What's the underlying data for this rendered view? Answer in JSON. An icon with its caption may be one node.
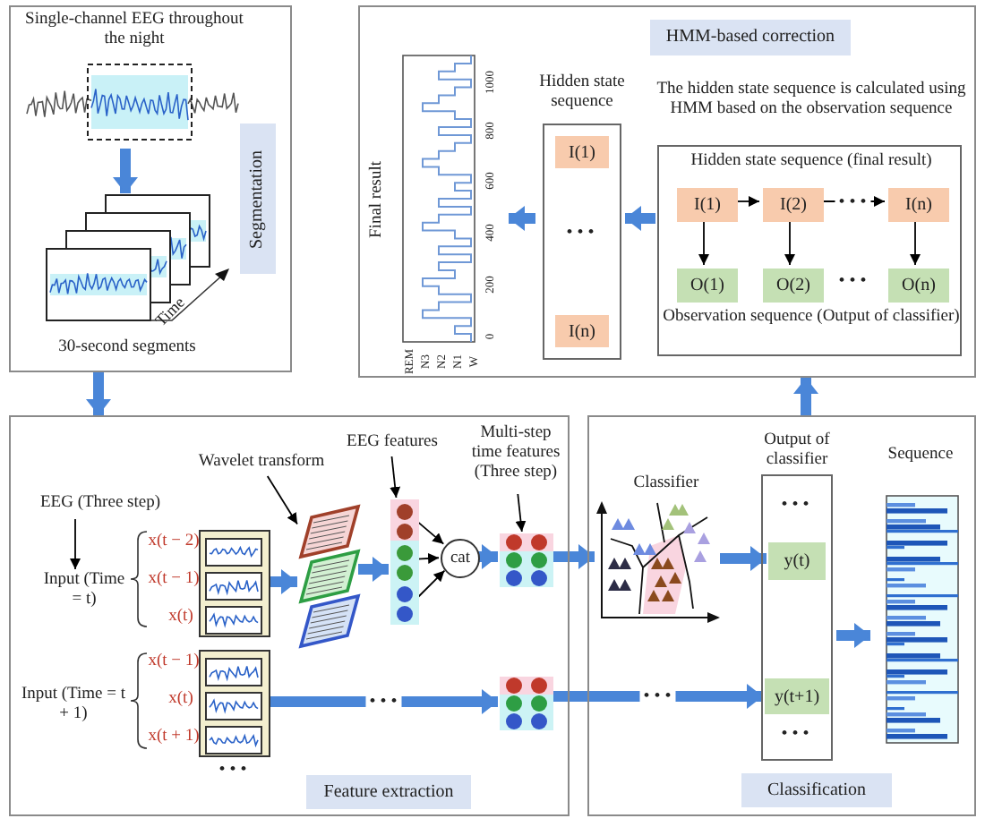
{
  "diagram": {
    "nodes": [
      {
        "text": [
          "Segmentation"
        ]
      },
      {
        "text": [
          "Single-channel EEG throughout the night"
        ],
        "in": 0
      },
      {
        "text": [
          "30-second segments"
        ],
        "in": 0
      },
      {
        "text": [
          "HMM-based correction"
        ]
      },
      {
        "text": [
          "Final result"
        ],
        "in": 3,
        "beside": [
          "1000",
          "800",
          "600",
          "400",
          "200",
          "0",
          "REM",
          "N3",
          "N2",
          "N1",
          "W"
        ]
      },
      {
        "text": [
          "Hidden state sequence"
        ],
        "in": 3
      },
      {
        "text": [
          "I(1)"
        ],
        "in": 5
      },
      {
        "text": [
          "I(n)"
        ],
        "in": 5
      },
      {
        "text": [
          "Hidden state sequence (final result)",
          "Observation sequence (Output of classifier)"
        ],
        "in": 3,
        "beside": [
          "The hidden state sequence is calculated using HMM based on the observation sequence"
        ]
      },
      {
        "text": [
          "I(1)"
        ],
        "in": 8
      },
      {
        "text": [
          "I(2)"
        ],
        "in": 8
      },
      {
        "text": [
          "I(n)"
        ],
        "in": 8
      },
      {
        "text": [
          "O(1)"
        ],
        "in": 8
      },
      {
        "text": [
          "O(2)"
        ],
        "in": 8
      },
      {
        "text": [
          "O(n)"
        ],
        "in": 8
      },
      {
        "text": [
          "Feature extraction"
        ]
      },
      {
        "text": [
          "EEG (Three step)"
        ],
        "in": 15
      },
      {
        "text": [
          "Input (Time = t)"
        ],
        "in": 15
      },
      {
        "text": [
          "Input (Time = t + 1)"
        ],
        "in": 15
      },
      {
        "text": [],
        "shape": "box",
        "in": 15
      },
      {
        "text": [],
        "shape": "box",
        "in": 15
      },
      {
        "text": [],
        "shape": "picture",
        "in": 15
      },
      {
        "text": [
          "Wavelet transform"
        ],
        "in": 15
      },
      {
        "text": [],
        "shape": "box",
        "in": 15
      },
      {
        "text": [
          "EEG features"
        ],
        "in": 15
      },
      {
        "text": [
          "cat"
        ],
        "in": 15
      },
      {
        "text": [],
        "shape": "box",
        "in": 15
      },
      {
        "text": [
          "Multi-step time features (Three step)"
        ],
        "in": 15
      },
      {
        "text": [],
        "shape": "box",
        "in": 15
      },
      {
        "text": [
          "Classification"
        ]
      },
      {
        "text": [
          "Classifier"
        ],
        "in": 29
      },
      {
        "text": [
          "Output of classifier"
        ],
        "in": 29
      },
      {
        "text": [
          "y(t)"
        ],
        "in": 31
      },
      {
        "text": [
          "y(t+1)"
        ],
        "in": 31
      },
      {
        "text": [
          "Sequence"
        ],
        "in": 29
      }
    ],
    "edges": [
      {
        "from": 1,
        "to": 2,
        "arrow": "to"
      },
      {
        "from": 0,
        "to": 15,
        "arrow": "to"
      },
      {
        "from": 16,
        "to": 17,
        "arrow": "to",
        "color": "#000000"
      },
      {
        "from": 19,
        "to": 21,
        "arrow": "to"
      },
      {
        "from": 22,
        "to": 21,
        "arrow": "to",
        "color": "#000000"
      },
      {
        "from": 21,
        "to": 23,
        "arrow": "to"
      },
      {
        "from": 24,
        "to": 23,
        "arrow": "to",
        "color": "#000000"
      },
      {
        "from": 23,
        "to": 25,
        "arrow": "to",
        "color": "#000000"
      },
      {
        "from": 23,
        "to": 25,
        "arrow": "to",
        "color": "#000000"
      },
      {
        "from": 23,
        "to": 25,
        "arrow": "to",
        "color": "#000000"
      },
      {
        "from": 25,
        "to": 26,
        "arrow": "to"
      },
      {
        "from": 27,
        "to": 26,
        "arrow": "to",
        "color": "#000000"
      },
      {
        "from": 20,
        "to": 28,
        "arrow": "to",
        "label": "• • •"
      },
      {
        "from": 26,
        "to": 30,
        "arrow": "to"
      },
      {
        "from": 28,
        "to": 33,
        "arrow": "to",
        "label": "• • •"
      },
      {
        "from": 30,
        "to": 32,
        "arrow": "to"
      },
      {
        "from": 31,
        "to": 34,
        "arrow": "to"
      },
      {
        "from": 29,
        "to": 3,
        "arrow": "to"
      },
      {
        "from": 8,
        "to": 5,
        "arrow": "to"
      },
      {
        "from": 5,
        "to": 4,
        "arrow": "to"
      },
      {
        "from": 9,
        "to": 10,
        "arrow": "to",
        "color": "#000000"
      },
      {
        "from": 10,
        "to": 11,
        "arrow": "to",
        "color": "#000000",
        "label": "• • •"
      },
      {
        "from": 9,
        "to": 12,
        "arrow": "to",
        "color": "#000000"
      },
      {
        "from": 10,
        "to": 13,
        "arrow": "to",
        "color": "#000000"
      },
      {
        "from": 11,
        "to": 14,
        "arrow": "to",
        "color": "#000000"
      }
    ],
    "labels": [
      "Time",
      "• • •",
      "• • •",
      "x(t − 2)",
      "x(t − 1)",
      "x(t)",
      "x(t − 1)",
      "x(t)",
      "x(t + 1)",
      "• • •",
      "• • •",
      "• • •"
    ]
  }
}
